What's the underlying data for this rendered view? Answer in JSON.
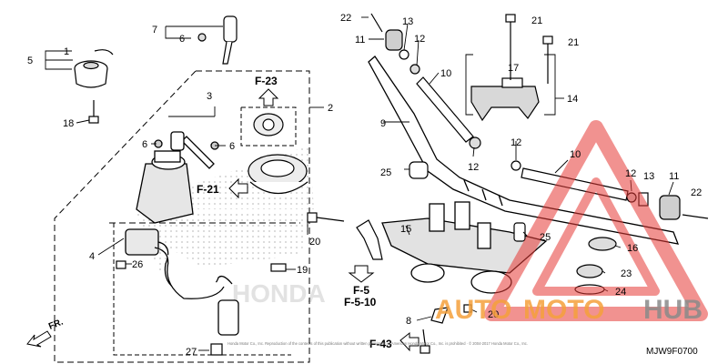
{
  "diagram": {
    "part_code": "MJW9F0700",
    "front_label": "FR.",
    "watermark": {
      "text_a": "AUTO",
      "text_b": "MOTO",
      "text_c": "HUB",
      "color_red": "#e53935",
      "color_orange": "#f5a13c",
      "color_gray": "#8a8a8a"
    },
    "copyright": "Honda Motor Co., Inc. Reproduction of the contents of this publication without written permission of American Honda Motor Co., Inc. is prohibited · © 2004-2017 Honda Motor Co., Inc.",
    "refs": {
      "f23": "F-23",
      "f21": "F-21",
      "f5": "F-5",
      "f510": "F-5-10",
      "f43": "F-43"
    },
    "callouts": {
      "c1": "1",
      "c2": "2",
      "c3": "3",
      "c4": "4",
      "c5": "5",
      "c6a": "6",
      "c6b": "6",
      "c6c": "6",
      "c7": "7",
      "c8": "8",
      "c9": "9",
      "c10a": "10",
      "c10b": "10",
      "c11a": "11",
      "c11b": "11",
      "c12a": "12",
      "c12b": "12",
      "c12c": "12",
      "c12d": "12",
      "c13a": "13",
      "c13b": "13",
      "c14": "14",
      "c15": "15",
      "c16": "16",
      "c17": "17",
      "c18": "18",
      "c19": "19",
      "c20a": "20",
      "c20b": "20",
      "c21a": "21",
      "c21b": "21",
      "c22a": "22",
      "c22b": "22",
      "c23": "23",
      "c24": "24",
      "c25a": "25",
      "c25b": "25",
      "c26": "26",
      "c27": "27"
    }
  }
}
